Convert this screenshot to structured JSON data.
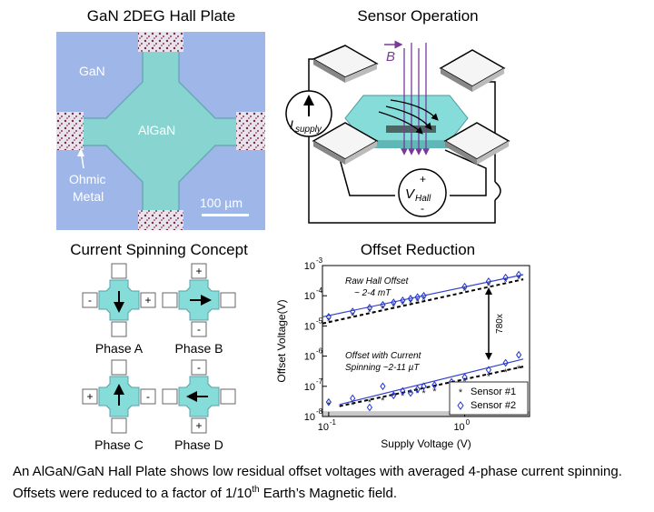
{
  "panels": {
    "micrograph": {
      "title": "GaN 2DEG Hall Plate",
      "label_gan": "GaN",
      "label_algan": "AlGaN",
      "label_ohmic_1": "Ohmic",
      "label_ohmic_2": "Metal",
      "scalebar": "100 µm"
    },
    "operation": {
      "title": "Sensor Operation",
      "b_label": "B",
      "i_label": "I",
      "i_sub": "supply",
      "v_label": "V",
      "v_sub": "Hall",
      "plus": "+",
      "minus": "-"
    },
    "spinning": {
      "title": "Current Spinning Concept",
      "phases": [
        {
          "label": "Phase A",
          "signs": [
            "",
            "",
            "-",
            "+"
          ]
        },
        {
          "label": "Phase B",
          "signs": [
            "+",
            "-",
            "",
            ""
          ]
        },
        {
          "label": "Phase C",
          "signs": [
            "",
            "",
            "+",
            "-"
          ]
        },
        {
          "label": "Phase D",
          "signs": [
            "-",
            "+",
            "",
            ""
          ]
        }
      ]
    },
    "offset": {
      "title": "Offset Reduction"
    }
  },
  "caption": {
    "part1": "An AlGaN/GaN Hall Plate shows low residual offset voltages with averaged 4-phase current spinning. Offsets were reduced to a factor of 1/10",
    "superscript": "th",
    "part2": " Earth’s Magnetic field."
  },
  "colors": {
    "algan": "#86dcd8",
    "sensor1": "#222222",
    "sensor2": "#2233cc",
    "bfield": "#7a3a9a"
  },
  "chart_data": {
    "type": "scatter",
    "xlabel": "Supply Voltage (V)",
    "ylabel": "Offset Voltage(V)",
    "x_scale": "log",
    "y_scale": "log",
    "xlim": [
      0.09,
      3
    ],
    "ylim": [
      1e-08,
      0.001
    ],
    "x_ticks": [
      "10",
      "10"
    ],
    "x_tick_exps": [
      "-1",
      "0"
    ],
    "y_ticks": [
      "10",
      "10",
      "10",
      "10",
      "10",
      "10"
    ],
    "y_tick_exps": [
      "-8",
      "-7",
      "-6",
      "-5",
      "-4",
      "-3"
    ],
    "legend_position": "bottom-right",
    "series": [
      {
        "name": "Sensor #1",
        "marker": "asterisk",
        "x": [
          0.1,
          0.15,
          0.2,
          0.25,
          0.3,
          0.35,
          0.4,
          0.45,
          0.5,
          1,
          1.5,
          2,
          2.5
        ],
        "y": [
          1.5e-05,
          2.2e-05,
          3e-05,
          3.8e-05,
          4.5e-05,
          5.2e-05,
          6e-05,
          6.8e-05,
          7.5e-05,
          0.00015,
          0.00022,
          0.0003,
          0.00036
        ]
      },
      {
        "name": "Sensor #2",
        "marker": "diamond",
        "x": [
          0.1,
          0.15,
          0.2,
          0.25,
          0.3,
          0.35,
          0.4,
          0.45,
          0.5,
          1,
          1.5,
          2,
          2.5
        ],
        "y": [
          2e-05,
          3e-05,
          4e-05,
          5e-05,
          6e-05,
          7e-05,
          8e-05,
          9e-05,
          0.0001,
          0.0002,
          0.0003,
          0.0004,
          0.0005
        ]
      },
      {
        "name": "",
        "marker": "asterisk",
        "x": [
          0.1,
          0.15,
          0.2,
          0.25,
          0.3,
          0.35,
          0.4,
          0.45,
          0.5,
          0.6,
          0.8,
          1,
          1.5,
          2,
          2.5
        ],
        "y": [
          2.5e-08,
          2.5e-08,
          3e-08,
          3.5e-08,
          5e-08,
          5e-08,
          6e-08,
          6e-08,
          6e-08,
          7e-08,
          1e-07,
          1.5e-07,
          2.2e-07,
          3e-07,
          4e-07
        ]
      },
      {
        "name": "",
        "marker": "diamond",
        "x": [
          0.1,
          0.15,
          0.2,
          0.25,
          0.3,
          0.35,
          0.4,
          0.45,
          0.5,
          0.6,
          0.8,
          1,
          1.5,
          2,
          2.5
        ],
        "y": [
          3e-08,
          4e-08,
          2e-08,
          1e-07,
          5e-08,
          7e-08,
          6e-08,
          8e-08,
          1e-07,
          1.1e-07,
          1.4e-07,
          2e-07,
          3.5e-07,
          6e-07,
          1.1e-06
        ]
      }
    ],
    "fits": [
      {
        "style": "dashed",
        "color": "#000000",
        "x": [
          0.09,
          2.7
        ],
        "y": [
          1.2e-05,
          0.00035
        ]
      },
      {
        "style": "solid",
        "color": "#3344cc",
        "x": [
          0.09,
          2.7
        ],
        "y": [
          2e-05,
          0.0005
        ]
      },
      {
        "style": "dashed",
        "color": "#000000",
        "x": [
          0.12,
          2.7
        ],
        "y": [
          2.2e-08,
          4.5e-07
        ]
      },
      {
        "style": "solid",
        "color": "#3344cc",
        "x": [
          0.12,
          2.7
        ],
        "y": [
          2.5e-08,
          8e-07
        ]
      }
    ],
    "annotations": {
      "raw_1": "Raw Hall Offset",
      "raw_2": "~ 2-4 mT",
      "spin_1": "Offset with Current",
      "spin_2": "Spinning  ~2-11 µT",
      "ratio": "780x"
    }
  }
}
